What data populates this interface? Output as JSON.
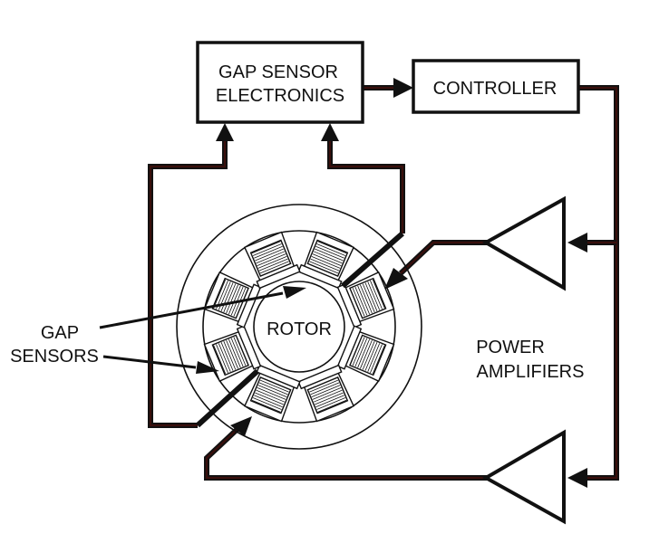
{
  "diagram": {
    "blocks": {
      "gap_sensor_electronics": [
        "GAP SENSOR",
        "ELECTRONICS"
      ],
      "controller": "CONTROLLER",
      "rotor": "ROTOR"
    },
    "labels": {
      "gap_sensors": [
        "GAP",
        "SENSORS"
      ],
      "power_amplifiers": [
        "POWER",
        "AMPLIFIERS"
      ]
    },
    "pole_count": 8,
    "colors": {
      "line": "#111111",
      "wire_core": "#3a0f0c",
      "background": "#ffffff"
    }
  }
}
